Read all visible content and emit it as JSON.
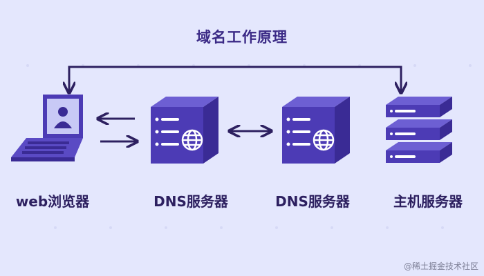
{
  "title": "域名工作原理",
  "nodes": [
    {
      "id": "browser",
      "label": "web浏览器",
      "icon": "laptop-user-icon"
    },
    {
      "id": "dns1",
      "label": "DNS服务器",
      "icon": "server-globe-icon"
    },
    {
      "id": "dns2",
      "label": "DNS服务器",
      "icon": "server-globe-icon"
    },
    {
      "id": "host",
      "label": "主机服务器",
      "icon": "server-stack-icon"
    }
  ],
  "watermark": "@稀土掘金技术社区",
  "colors": {
    "background": "#e4e7fd",
    "purple": "#4c3bb5",
    "purple_dark": "#3a2b95",
    "purple_light": "#6d5fd3",
    "arrow": "#2d2060",
    "text": "#2d2060"
  }
}
